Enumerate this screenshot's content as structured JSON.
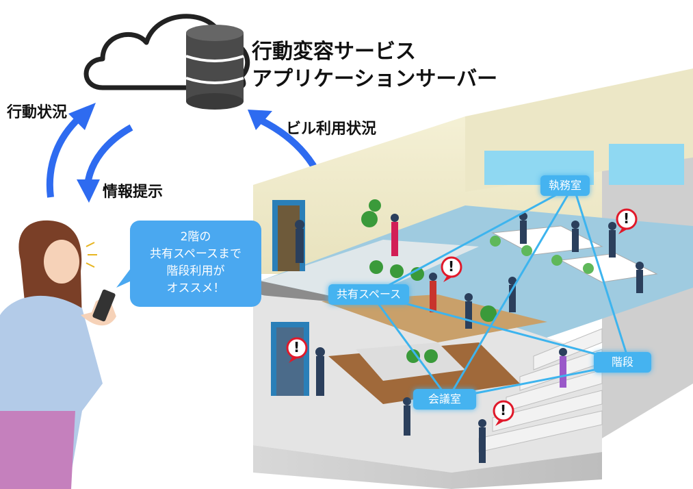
{
  "server": {
    "line1": "行動変容サービス",
    "line2": "アプリケーションサーバー",
    "icon": "database-server-icon"
  },
  "flows": {
    "behavior": "行動状況",
    "info": "情報提示",
    "building": "ビル利用状況"
  },
  "bubble": {
    "lines": [
      "2階の",
      "共有スペースまで",
      "階段利用が",
      "オススメ！"
    ]
  },
  "zones": {
    "office": "執務室",
    "shared": "共有スペース",
    "stairs": "階段",
    "meeting": "会議室"
  },
  "colors": {
    "arrow": "#2e6bf0",
    "tag": "#45b3f0",
    "bubble": "#4aa8f0",
    "alert": "#e0192a",
    "link": "#3db4ee"
  },
  "alert_mark": "!"
}
